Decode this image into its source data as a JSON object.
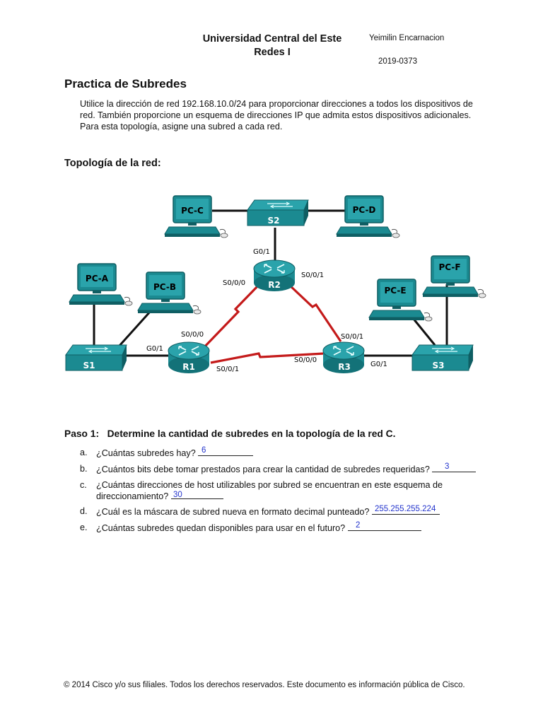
{
  "header": {
    "university": "Universidad Central del Este",
    "course": "Redes I",
    "author": "Yeimilin Encarnacion",
    "student_id": "2019-0373"
  },
  "title": "Practica de Subredes",
  "intro": "Utilice la dirección de red 192.168.10.0/24 para proporcionar direcciones a todos los dispositivos de red. También proporcione un esquema de direcciones IP que admita estos dispositivos adicionales. Para esta topología, asigne una subred a cada red.",
  "topology_heading": "Topología de la red:",
  "topology": {
    "pcs": {
      "pc_c": "PC-C",
      "pc_d": "PC-D",
      "pc_a": "PC-A",
      "pc_b": "PC-B",
      "pc_e": "PC-E",
      "pc_f": "PC-F"
    },
    "switches": {
      "s1": "S1",
      "s2": "S2",
      "s3": "S3"
    },
    "routers": {
      "r1": "R1",
      "r2": "R2",
      "r3": "R3"
    },
    "interfaces": {
      "r2_g01": "G0/1",
      "r2_s000": "S0/0/0",
      "r2_s001": "S0/0/1",
      "r1_s000": "S0/0/0",
      "r1_g01": "G0/1",
      "r1_s001": "S0/0/1",
      "r3_s001": "S0/0/1",
      "r3_s000": "S0/0/0",
      "r3_g01": "G0/1"
    }
  },
  "step": {
    "heading": "Paso 1:   Determine la cantidad de subredes en la topología de la red C.",
    "questions": [
      {
        "letter": "a.",
        "text": "¿Cuántas subredes hay?",
        "answer": "6"
      },
      {
        "letter": "b.",
        "text": "¿Cuántos bits debe tomar prestados para crear la cantidad de subredes requeridas?",
        "answer": "3"
      },
      {
        "letter": "c.",
        "text": "¿Cuántas direcciones de host utilizables por subred se encuentran en este esquema de",
        "text2": "direccionamiento?",
        "answer": "30"
      },
      {
        "letter": "d.",
        "text": "¿Cuál es la máscara de subred nueva en formato decimal punteado?",
        "answer": "255.255.255.224"
      },
      {
        "letter": "e.",
        "text": "¿Cuántas subredes quedan disponibles para usar en el futuro?",
        "answer": "2"
      }
    ]
  },
  "footer": "© 2014 Cisco y/o sus filiales. Todos los derechos reservados. Este documento es información pública de Cisco.",
  "colors": {
    "device": "#1b8a91",
    "device_dark": "#0f5e63",
    "serial_link": "#c41a1a",
    "answer": "#2233cc"
  }
}
